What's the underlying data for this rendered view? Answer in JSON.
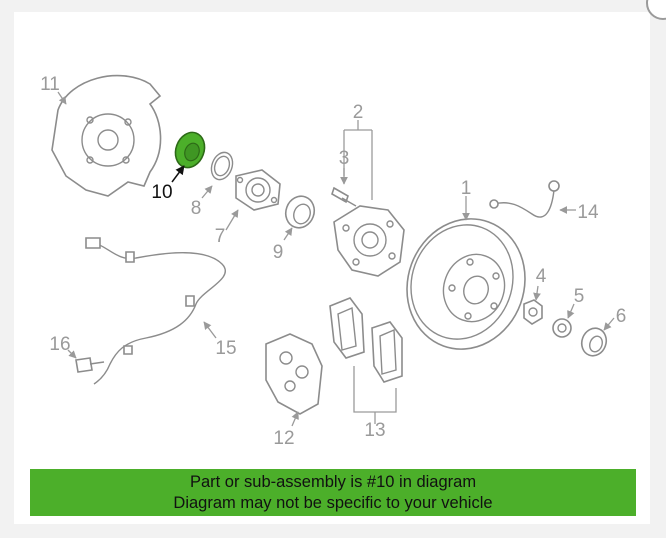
{
  "parts": [
    {
      "id": "1",
      "label": "1"
    },
    {
      "id": "2",
      "label": "2"
    },
    {
      "id": "3",
      "label": "3"
    },
    {
      "id": "4",
      "label": "4"
    },
    {
      "id": "5",
      "label": "5"
    },
    {
      "id": "6",
      "label": "6"
    },
    {
      "id": "7",
      "label": "7"
    },
    {
      "id": "8",
      "label": "8"
    },
    {
      "id": "9",
      "label": "9"
    },
    {
      "id": "10",
      "label": "10"
    },
    {
      "id": "11",
      "label": "11"
    },
    {
      "id": "12",
      "label": "12"
    },
    {
      "id": "13",
      "label": "13"
    },
    {
      "id": "14",
      "label": "14"
    },
    {
      "id": "15",
      "label": "15"
    },
    {
      "id": "16",
      "label": "16"
    }
  ],
  "highlight": {
    "part": "10",
    "color": "#4caf2a"
  },
  "banner": {
    "line1": "Part or sub-assembly is #10 in diagram",
    "line2": "Diagram may not be specific to your vehicle",
    "color": "#4caf2a"
  }
}
